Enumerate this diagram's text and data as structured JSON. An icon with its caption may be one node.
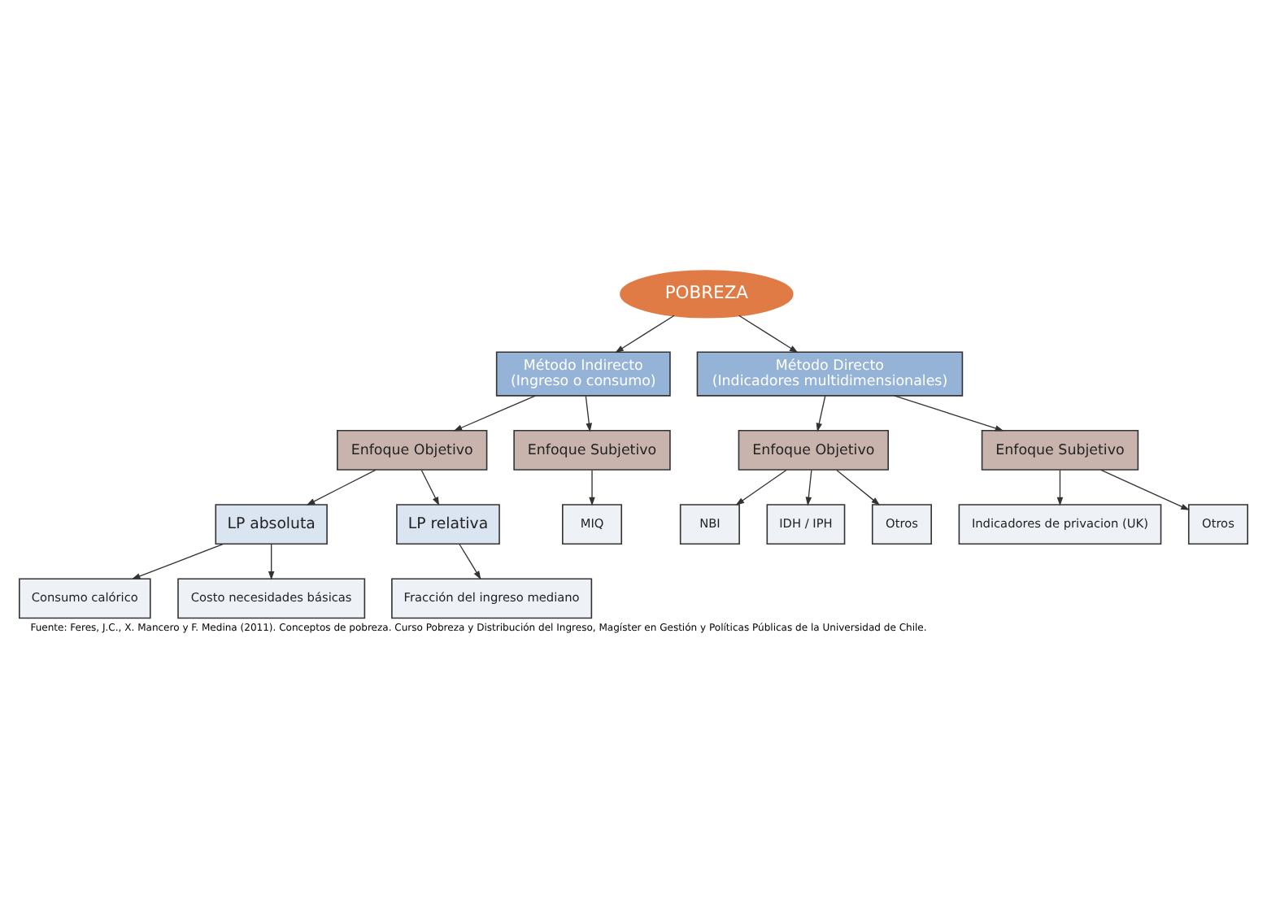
{
  "diagram": {
    "caption": "Fuente: Feres, J.C., X. Mancero y F. Medina (2011). Conceptos de pobreza. Curso Pobreza y Distribución del Ingreso, Magíster en Gestión y Políticas Públicas de la Universidad de Chile.",
    "nodes": [
      {
        "text": [
          "POBREZA"
        ]
      },
      {
        "text": [
          "Método Indirecto",
          "(Ingreso o consumo)"
        ]
      },
      {
        "text": [
          "Método Directo",
          "(Indicadores multidimensionales)"
        ]
      },
      {
        "text": [
          "Enfoque Objetivo"
        ]
      },
      {
        "text": [
          "Enfoque Subjetivo"
        ]
      },
      {
        "text": [
          "LP absoluta"
        ]
      },
      {
        "text": [
          "LP relativa"
        ]
      },
      {
        "text": [
          "MIQ"
        ]
      },
      {
        "text": [
          "Consumo calórico"
        ]
      },
      {
        "text": [
          "Costo necesidades básicas"
        ]
      },
      {
        "text": [
          "Fracción del ingreso mediano"
        ]
      },
      {
        "text": [
          "Enfoque Objetivo"
        ]
      },
      {
        "text": [
          "Enfoque Subjetivo"
        ]
      },
      {
        "text": [
          "NBI"
        ]
      },
      {
        "text": [
          "IDH / IPH"
        ]
      },
      {
        "text": [
          "Otros"
        ]
      },
      {
        "text": [
          "Indicadores de privacion (UK)"
        ]
      },
      {
        "text": [
          "Otros"
        ]
      }
    ],
    "edges": [
      {
        "from": 0,
        "to": 1,
        "arrow": "to"
      },
      {
        "from": 0,
        "to": 2,
        "arrow": "to"
      },
      {
        "from": 1,
        "to": 3,
        "arrow": "to"
      },
      {
        "from": 1,
        "to": 4,
        "arrow": "to"
      },
      {
        "from": 2,
        "to": 11,
        "arrow": "to"
      },
      {
        "from": 2,
        "to": 12,
        "arrow": "to"
      },
      {
        "from": 3,
        "to": 5,
        "arrow": "to"
      },
      {
        "from": 3,
        "to": 6,
        "arrow": "to"
      },
      {
        "from": 4,
        "to": 7,
        "arrow": "to"
      },
      {
        "from": 5,
        "to": 8,
        "arrow": "to"
      },
      {
        "from": 5,
        "to": 9,
        "arrow": "to"
      },
      {
        "from": 6,
        "to": 10,
        "arrow": "to"
      },
      {
        "from": 11,
        "to": 13,
        "arrow": "to"
      },
      {
        "from": 11,
        "to": 14,
        "arrow": "to"
      },
      {
        "from": 11,
        "to": 15,
        "arrow": "to"
      },
      {
        "from": 12,
        "to": 16,
        "arrow": "to"
      },
      {
        "from": 12,
        "to": 17,
        "arrow": "to"
      }
    ]
  }
}
